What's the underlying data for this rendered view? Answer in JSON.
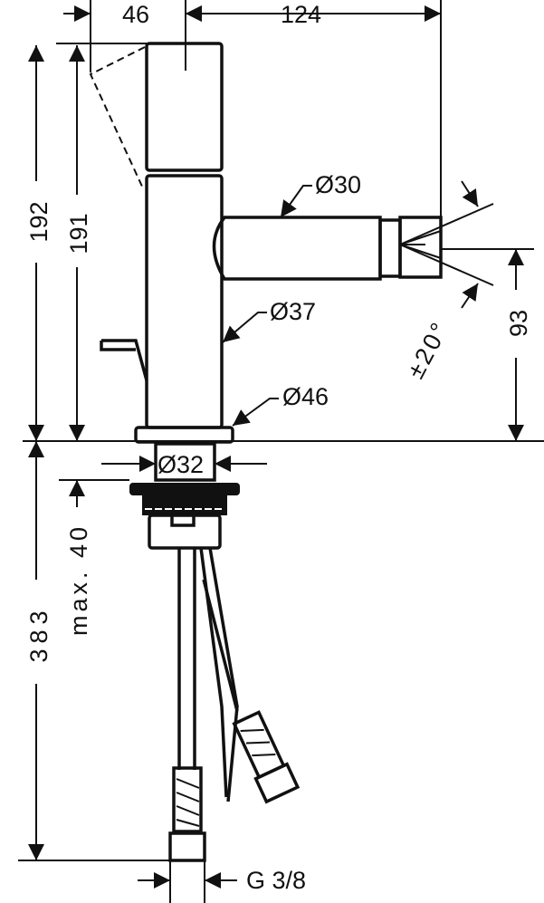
{
  "drawing": {
    "dimensions": {
      "handle_width": "46",
      "spout_reach": "124",
      "total_height": "192",
      "body_height": "191",
      "spout_diameter": "Ø30",
      "body_diameter": "Ø37",
      "base_diameter": "Ø46",
      "shank_diameter": "Ø32",
      "spout_height": "93",
      "swivel_angle": "±20°",
      "hose_length": "383",
      "max_counter_thickness": "max. 40",
      "connection_thread": "G 3/8"
    }
  }
}
